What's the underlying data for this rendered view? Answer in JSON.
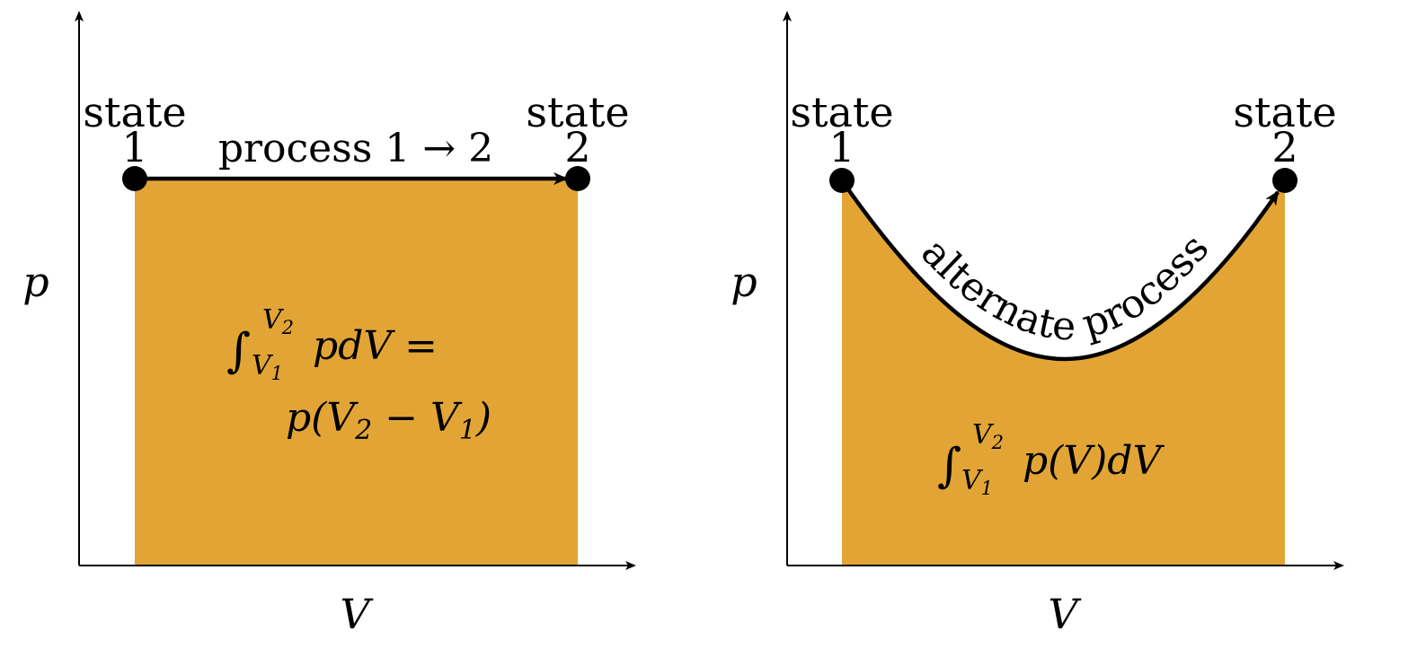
{
  "colors": {
    "fill": "#e2a535",
    "ink": "#000000",
    "background": "#ffffff"
  },
  "left_diagram": {
    "y_axis_label": "p",
    "x_axis_label": "V",
    "state1": {
      "word": "state",
      "number": "1"
    },
    "state2": {
      "word": "state",
      "number": "2"
    },
    "process_label": "process 1 → 2",
    "area_formula": {
      "integral": "∫",
      "upper_limit": "V",
      "upper_sub": "2",
      "lower_limit": "V",
      "lower_sub": "1",
      "integrand": "pdV =",
      "result_p": "p(V",
      "result_sub2": "2",
      "result_minus": " − V",
      "result_sub1": "1",
      "result_close": ")"
    }
  },
  "right_diagram": {
    "y_axis_label": "p",
    "x_axis_label": "V",
    "state1": {
      "word": "state",
      "number": "1"
    },
    "state2": {
      "word": "state",
      "number": "2"
    },
    "process_label": "alternate process",
    "area_formula": {
      "integral": "∫",
      "upper_limit": "V",
      "upper_sub": "2",
      "lower_limit": "V",
      "lower_sub": "1",
      "integrand": "p(V)dV"
    }
  }
}
